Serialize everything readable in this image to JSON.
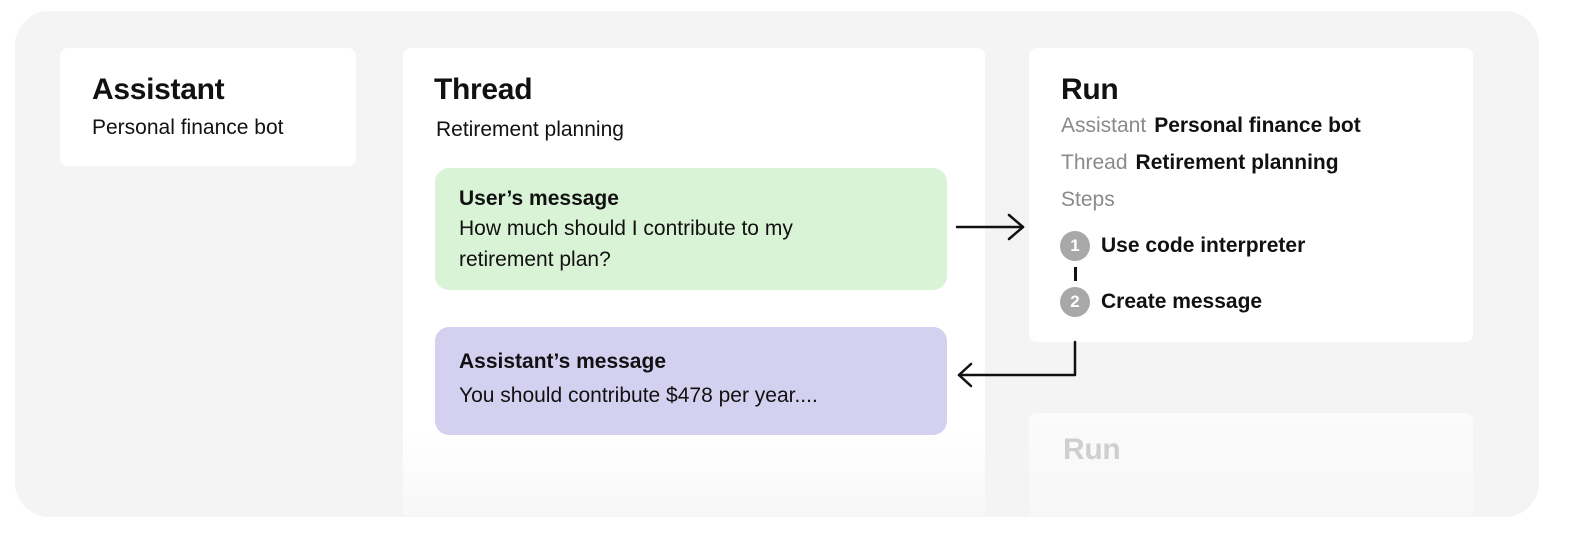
{
  "assistant": {
    "title": "Assistant",
    "name": "Personal finance bot"
  },
  "thread": {
    "title": "Thread",
    "name": "Retirement planning",
    "user_message": {
      "label": "User’s message",
      "text": "How much should I contribute to my retirement plan?"
    },
    "assistant_message": {
      "label": "Assistant’s message",
      "text": "You should contribute $478 per year...."
    }
  },
  "run": {
    "title": "Run",
    "assistant_label": "Assistant",
    "assistant_value": "Personal finance bot",
    "thread_label": "Thread",
    "thread_value": "Retirement planning",
    "steps_label": "Steps",
    "steps": [
      {
        "num": "1",
        "label": "Use code interpreter"
      },
      {
        "num": "2",
        "label": "Create message"
      }
    ]
  },
  "run_faded": {
    "title": "Run"
  },
  "colors": {
    "user_message_bg": "#d9f3d6",
    "assistant_message_bg": "#d4d0f0",
    "frame_bg": "#f4f4f4",
    "step_badge": "#a8a8a8"
  }
}
